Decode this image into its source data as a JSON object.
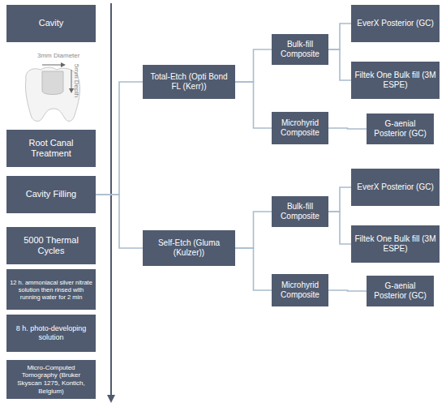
{
  "diagram": {
    "nodes": [
      {
        "text": [
          "Cavity"
        ]
      },
      {
        "text": [
          "Root Canal Treatment"
        ]
      },
      {
        "text": [
          "Cavity Filling"
        ]
      },
      {
        "text": [
          "5000 Thermal Cycles"
        ]
      },
      {
        "text": [
          "12 h. ammoniacal silver nitrate solution then rinsed with running water for 2 min"
        ]
      },
      {
        "text": [
          "8 h. photo-developing solution"
        ]
      },
      {
        "text": [
          "Micro-Computed Tomography (Bruker Skyscan 1275, Kontich, Belgium)"
        ]
      },
      {
        "text": [
          "Total-Etch (Opti Bond FL (Kerr))"
        ]
      },
      {
        "text": [
          "Bulk-fill Composite"
        ]
      },
      {
        "text": [
          "Microhyrid Composite"
        ]
      },
      {
        "text": [
          "EverX Posterior (GC)"
        ]
      },
      {
        "text": [
          "Filtek One Bulk fill (3M ESPE)"
        ]
      },
      {
        "text": [
          "G-aenial Posterior (GC)"
        ]
      },
      {
        "text": [
          "Self-Etch (Gluma (Kulzer))"
        ]
      },
      {
        "text": [
          "Bulk-fill Composite"
        ]
      },
      {
        "text": [
          "Microhyrid Composite"
        ]
      },
      {
        "text": [
          "EverX Posterior (GC)"
        ]
      },
      {
        "text": [
          "Filtek One Bulk fill (3M ESPE)"
        ]
      },
      {
        "text": [
          "G-aenial Posterior (GC)"
        ]
      }
    ],
    "edges": [
      {
        "from": 2,
        "to": 7,
        "arrow": "none"
      },
      {
        "from": 2,
        "to": 13,
        "arrow": "none"
      },
      {
        "from": 7,
        "to": 8,
        "arrow": "none"
      },
      {
        "from": 7,
        "to": 9,
        "arrow": "none"
      },
      {
        "from": 8,
        "to": 10,
        "arrow": "none"
      },
      {
        "from": 8,
        "to": 11,
        "arrow": "none"
      },
      {
        "from": 9,
        "to": 12,
        "arrow": "none"
      },
      {
        "from": 13,
        "to": 14,
        "arrow": "none"
      },
      {
        "from": 13,
        "to": 15,
        "arrow": "none"
      },
      {
        "from": 14,
        "to": 16,
        "arrow": "none"
      },
      {
        "from": 14,
        "to": 17,
        "arrow": "none"
      },
      {
        "from": 15,
        "to": 18,
        "arrow": "none"
      }
    ],
    "labels": [
      "3mm Diameter",
      "5mm Depth"
    ]
  }
}
